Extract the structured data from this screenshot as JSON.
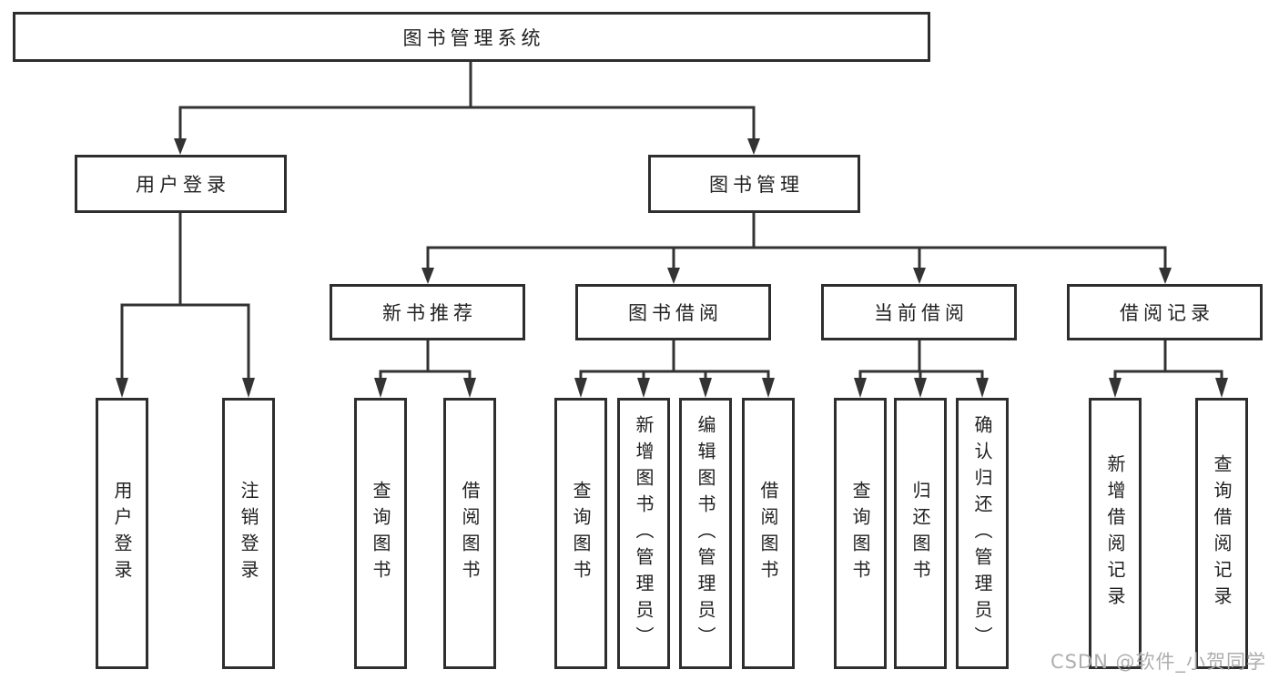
{
  "tree": {
    "root": {
      "label": "图书管理系统"
    },
    "branches": [
      {
        "label": "用户登录",
        "leaves": [
          "用户登录",
          "注销登录"
        ]
      },
      {
        "label": "图书管理",
        "groups": [
          {
            "label": "新书推荐",
            "leaves": [
              "查询图书",
              "借阅图书"
            ]
          },
          {
            "label": "图书借阅",
            "leaves": [
              "查询图书",
              "新增图书（管理员）",
              "编辑图书（管理员）",
              "借阅图书"
            ]
          },
          {
            "label": "当前借阅",
            "leaves": [
              "查询图书",
              "归还图书",
              "确认归还（管理员）"
            ]
          },
          {
            "label": "借阅记录",
            "leaves": [
              "新增借阅记录",
              "查询借阅记录"
            ]
          }
        ]
      }
    ]
  },
  "watermark": {
    "text": "CSDN @软件_小贺同学"
  },
  "colors": {
    "line": "#333333",
    "box_border": "#2e2e2e",
    "box_fill": "#ffffff",
    "text": "#222222",
    "watermark": "#aeaeae",
    "background": "#ffffff"
  }
}
